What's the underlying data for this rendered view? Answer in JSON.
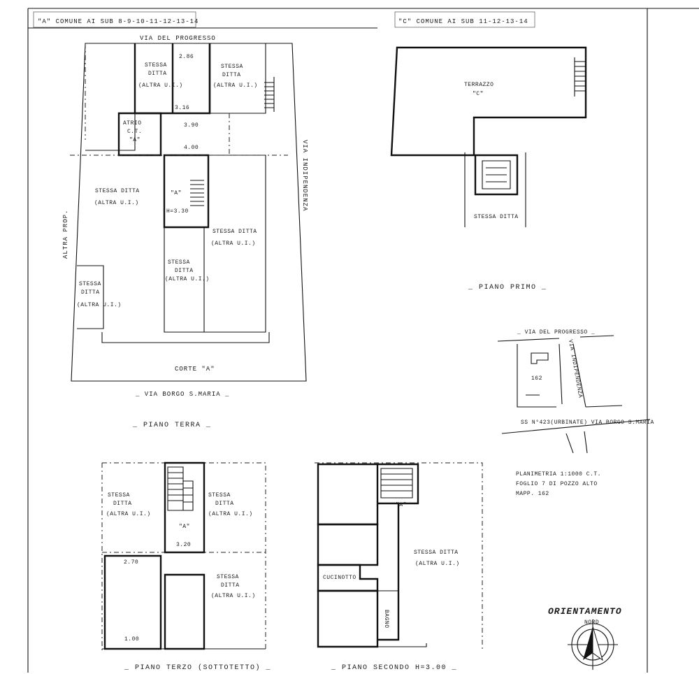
{
  "header": {
    "left": "\"A\" COMUNE AI SUB 8-9-10-11-12-13-14",
    "right": "\"C\" COMUNE AI SUB 11-12-13-14"
  },
  "piano_terra": {
    "street_top": "VIA DEL PROGRESSO",
    "street_right": "VIA INDIPENDENZA",
    "street_left": "ALTRA PROP.",
    "dim_top": "2.86",
    "dim_a": "3.16",
    "dim_b": "3.90",
    "dim_c": "4.00",
    "dim_h": "H=3.30",
    "label_stessa": "STESSA",
    "label_ditta": "DITTA",
    "label_altra": "(ALTRA U.I.)",
    "label_stessa_ditta": "STESSA DITTA",
    "atrio": "ATRIO",
    "ct": "C.T.",
    "a": "\"A\"",
    "corte": "CORTE \"A\"",
    "street_bottom": "_ VIA BORGO S.MARIA _",
    "caption": "_ PIANO TERRA _"
  },
  "piano_primo": {
    "terrazzo": "TERRAZZO",
    "c": "\"C\"",
    "stessa_ditta": "STESSA DITTA",
    "caption": "_ PIANO PRIMO _"
  },
  "planimetria": {
    "street_top": "_ VIA DEL PROGRESSO _",
    "street_side": "VIA INDIPENDENZA",
    "parcel": "162",
    "street_bottom": "SS N°423(URBINATE) VIA BORGO S.MARIA",
    "note1": "PLANIMETRIA 1:1000 C.T.",
    "note2": "FOGLIO 7 DI POZZO ALTO",
    "note3": "MAPP. 162"
  },
  "piano_terzo": {
    "stessa": "STESSA",
    "ditta": "DITTA",
    "altra": "(ALTRA U.I.)",
    "a": "\"A\"",
    "dim_a": "3.20",
    "dim_b": "2.70",
    "dim_c": "1.00",
    "caption": "_ PIANO TERZO (SOTTOTETTO) _"
  },
  "piano_secondo": {
    "cucinotto": "CUCINOTTO",
    "bagno": "BAGNO",
    "a": "\"A\"",
    "stessa_ditta": "STESSA DITTA",
    "altra": "(ALTRA U.I.)",
    "caption": "_ PIANO SECONDO H=3.00 _"
  },
  "orientamento": {
    "title": "ORIENTAMENTO",
    "nord": "NORD"
  }
}
